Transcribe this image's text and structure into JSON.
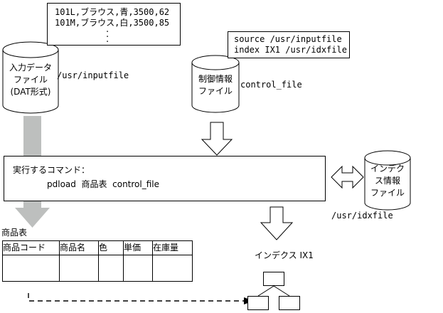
{
  "diagram": {
    "title": "pdload command data load flow",
    "colors": {
      "ink": "#000000",
      "gray_arrow": "#bdbfbe",
      "background": "#ffffff"
    }
  },
  "input_file": {
    "cylinder_label_line1": "入力データ",
    "cylinder_label_line2": "ファイル",
    "cylinder_label_line3": "(DAT形式)",
    "path_label": "/usr/inputfile",
    "content_lines": [
      "101L,ブラウス,青,3500,62",
      "101M,ブラウス,白,3500,85"
    ],
    "ellipsis": "•\n•\n•"
  },
  "control_file": {
    "cylinder_label_line1": "制御情報",
    "cylinder_label_line2": "ファイル",
    "name_label": "control_file",
    "content_lines": [
      "source /usr/inputfile",
      "index IX1 /usr/idxfile"
    ]
  },
  "command": {
    "heading": "実行するコマンド：",
    "line": "pdload  商品表  control_file"
  },
  "index_file": {
    "cylinder_label_line1": "インデク",
    "cylinder_label_line2": "ス情報",
    "cylinder_label_line3": "ファイル",
    "path_label": "/usr/idxfile"
  },
  "table": {
    "title": "商品表",
    "columns": [
      "商品コード",
      "商品名",
      "色",
      "単価",
      "在庫量"
    ],
    "rows": [
      [
        "",
        "",
        "",
        "",
        ""
      ]
    ]
  },
  "index_tree": {
    "label": "インデクス IX1",
    "nodes": [
      "root",
      "leaf-left",
      "leaf-right"
    ]
  },
  "arrows": {
    "gray_down_label": "input-data-to-table",
    "control_to_command_label": "control-file-to-command",
    "command_to_index_label": "command-to-index",
    "bidirectional_label": "command-index-file-exchange",
    "dashed_label": "table-to-index-link"
  }
}
